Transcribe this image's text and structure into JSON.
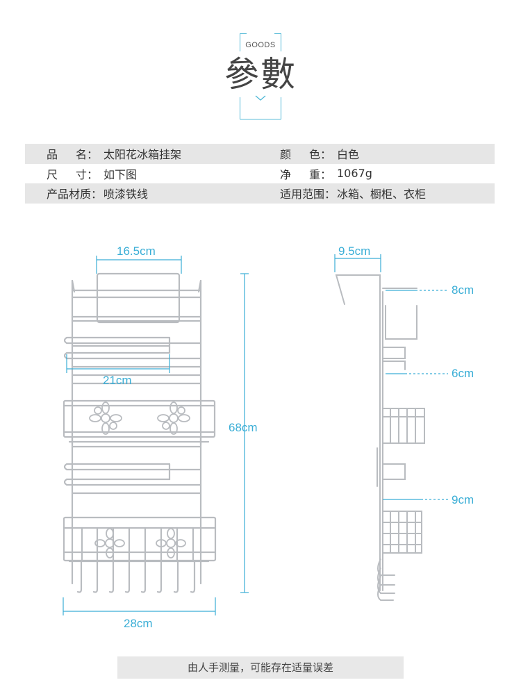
{
  "header": {
    "eyebrow": "GOODS",
    "title": "參數"
  },
  "specs": [
    {
      "label_chars": [
        "品",
        "名："
      ],
      "value": "太阳花冰箱挂架",
      "label2_chars": [
        "颜",
        "色："
      ],
      "value2": "白色"
    },
    {
      "label_chars": [
        "尺",
        "寸："
      ],
      "value": "如下图",
      "label2_chars": [
        "净",
        "重："
      ],
      "value2": "1067g"
    },
    {
      "label": "产品材质：",
      "value": "喷漆铁线",
      "label2": "适用范围：",
      "value2": "冰箱、橱柜、衣柜"
    }
  ],
  "dimensions": {
    "top_width": "16.5cm",
    "towel_bar": "21cm",
    "height": "68cm",
    "bottom_width": "28cm",
    "depth": "9.5cm",
    "shelf_top": "8cm",
    "shelf_mid": "6cm",
    "shelf_bottom": "9cm"
  },
  "colors": {
    "accent": "#3aaed6",
    "wire": "#b9bcc0",
    "band": "#e6e6e6"
  },
  "footer": {
    "note": "由人手测量，可能存在适量误差"
  }
}
